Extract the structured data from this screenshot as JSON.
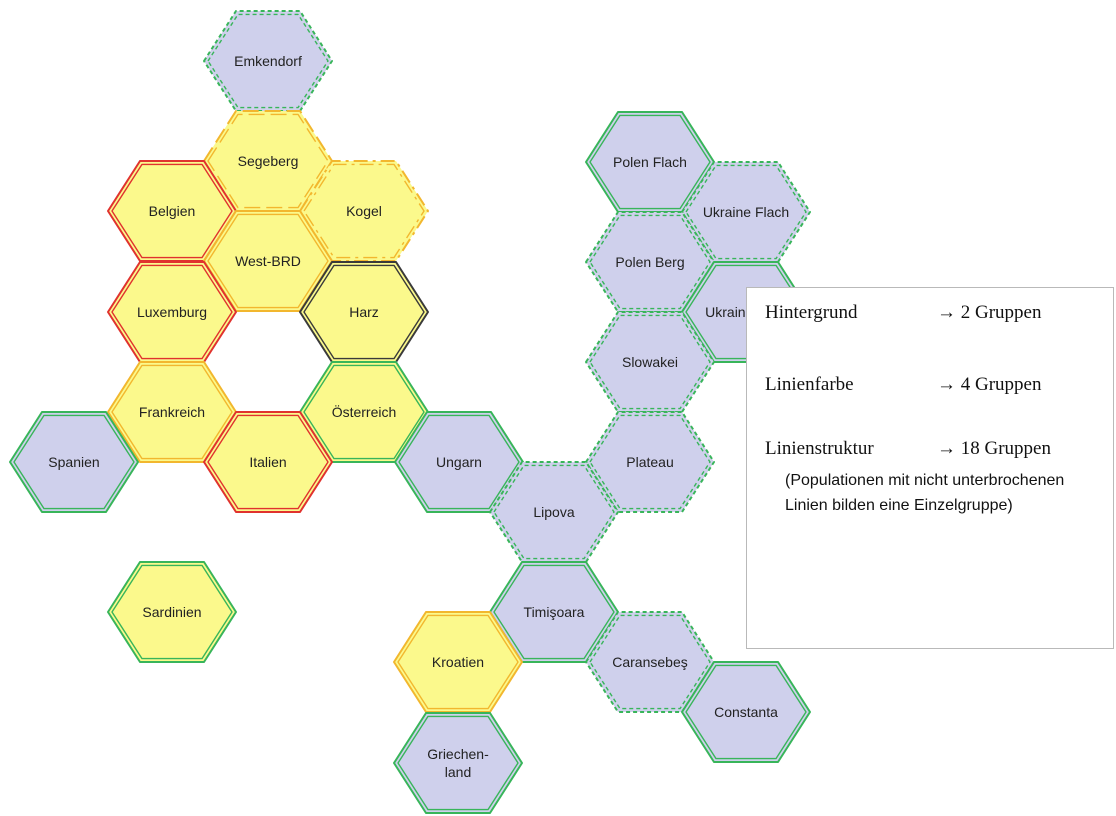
{
  "colors": {
    "fill_yellow": "#fbf98c",
    "fill_lavender": "#cfd0ec",
    "line_green": "#38b55a",
    "line_red": "#e0322e",
    "line_orange": "#f2b72e",
    "line_black": "#3a3a3a"
  },
  "hexagons": [
    {
      "id": "emkendorf",
      "label": "Emkendorf",
      "fill": "lavender",
      "line": "green",
      "style": "dashed"
    },
    {
      "id": "segeberg",
      "label": "Segeberg",
      "fill": "yellow",
      "line": "orange",
      "style": "longdash"
    },
    {
      "id": "belgien",
      "label": "Belgien",
      "fill": "yellow",
      "line": "red",
      "style": "solid"
    },
    {
      "id": "kogel",
      "label": "Kogel",
      "fill": "yellow",
      "line": "orange",
      "style": "dashdot"
    },
    {
      "id": "west-brd",
      "label": "West-BRD",
      "fill": "yellow",
      "line": "orange",
      "style": "solid"
    },
    {
      "id": "luxemburg",
      "label": "Luxemburg",
      "fill": "yellow",
      "line": "red",
      "style": "solid"
    },
    {
      "id": "harz",
      "label": "Harz",
      "fill": "yellow",
      "line": "black",
      "style": "solid"
    },
    {
      "id": "frankreich",
      "label": "Frankreich",
      "fill": "yellow",
      "line": "orange",
      "style": "solid"
    },
    {
      "id": "oesterreich",
      "label": "Österreich",
      "fill": "yellow",
      "line": "green",
      "style": "solid"
    },
    {
      "id": "spanien",
      "label": "Spanien",
      "fill": "lavender",
      "line": "green",
      "style": "solid"
    },
    {
      "id": "italien",
      "label": "Italien",
      "fill": "yellow",
      "line": "red",
      "style": "solid"
    },
    {
      "id": "ungarn",
      "label": "Ungarn",
      "fill": "lavender",
      "line": "green",
      "style": "solid"
    },
    {
      "id": "sardinien",
      "label": "Sardinien",
      "fill": "yellow",
      "line": "green",
      "style": "solid"
    },
    {
      "id": "polen-flach",
      "label": "Polen Flach",
      "fill": "lavender",
      "line": "green",
      "style": "solid"
    },
    {
      "id": "ukraine-flach",
      "label": "Ukraine Flach",
      "fill": "lavender",
      "line": "green",
      "style": "dashed"
    },
    {
      "id": "polen-berg",
      "label": "Polen Berg",
      "fill": "lavender",
      "line": "green",
      "style": "dashed"
    },
    {
      "id": "ukraine-berg",
      "label": "Ukraine Berg",
      "fill": "lavender",
      "line": "green",
      "style": "solid"
    },
    {
      "id": "slowakei",
      "label": "Slowakei",
      "fill": "lavender",
      "line": "green",
      "style": "dashed"
    },
    {
      "id": "plateau",
      "label": "Plateau",
      "fill": "lavender",
      "line": "green",
      "style": "dashed"
    },
    {
      "id": "lipova",
      "label": "Lipova",
      "fill": "lavender",
      "line": "green",
      "style": "dashed"
    },
    {
      "id": "timisoara",
      "label": "Timişoara",
      "fill": "lavender",
      "line": "green",
      "style": "solid"
    },
    {
      "id": "caransebes",
      "label": "Caransebeş",
      "fill": "lavender",
      "line": "green",
      "style": "dashed"
    },
    {
      "id": "kroatien",
      "label": "Kroatien",
      "fill": "yellow",
      "line": "orange",
      "style": "solid"
    },
    {
      "id": "constanta",
      "label": "Constanta",
      "fill": "lavender",
      "line": "green",
      "style": "solid"
    },
    {
      "id": "griechenland",
      "label": "Griechen-\nland",
      "fill": "lavender",
      "line": "green",
      "style": "solid"
    }
  ],
  "legend": {
    "row1_key": "Hintergrund",
    "row1_value": "→ 2 Gruppen",
    "row2_key": "Linienfarbe",
    "row2_value": "→ 4 Gruppen",
    "row3_key": "Linienstruktur",
    "row3_value": "→ 18 Gruppen",
    "note": "(Populationen mit nicht unterbrochenen Linien bilden eine Einzelgruppe)"
  }
}
